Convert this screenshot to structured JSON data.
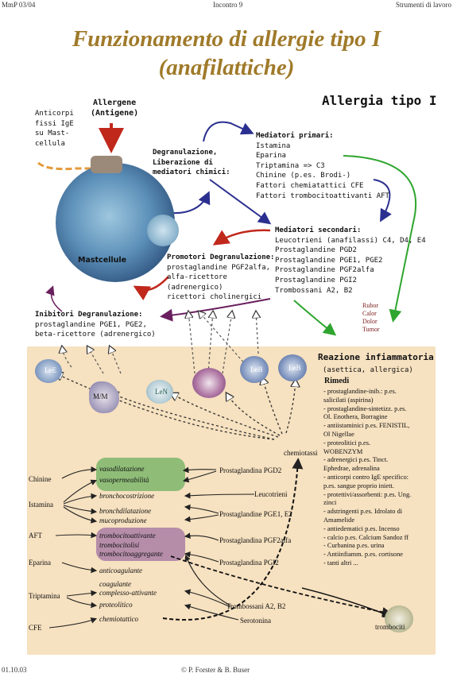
{
  "header": {
    "left": "MmP 03/04",
    "center": "Incontro 9",
    "right": "Strumenti di lavoro"
  },
  "title": {
    "line1": "Funzionamento di allergie tipo I",
    "line2": "(anafilattiche)"
  },
  "diagram_title": "Allergia tipo I",
  "anticorpi": [
    "Anticorpi",
    "fissi IgE",
    "su Mast-",
    "cellula"
  ],
  "allergene": [
    "Allergene",
    "(Antigene)"
  ],
  "mastcellule": "Mastcellule",
  "degranulazione": [
    "Degranulazione,",
    "Liberazione di",
    "mediatori chimici:"
  ],
  "mediatori_primari": {
    "heading": "Mediatori primari:",
    "items": [
      "Istamina",
      "Eparina",
      "Triptamina => C3",
      "Chinine (p.es. Brodi-)",
      "Fattori chemiatattici CFE",
      "Fattori trombocitoattivanti AFT"
    ]
  },
  "mediatori_secondari": {
    "heading": "Mediatori secondari:",
    "items": [
      "Leucotrieni (anafilassi) C4, D4, E4",
      "Prostaglandine PGD2",
      "Prostaglandine PGE1, PGE2",
      "Prostaglandine PGF2alfa",
      "Prostaglandine PGI2",
      "Trombossani A2, B2"
    ]
  },
  "promotori": {
    "heading": "Promotori Degranulazione:",
    "items": [
      "prostaglandine PGF2alfa,",
      "alfa-ricettore",
      "(adrenergico)",
      "ricettori cholinergici"
    ]
  },
  "inibitori": {
    "heading": "Inibitori Degranulazione:",
    "items": [
      "prostaglandine PGE1, PGE2,",
      "beta-ricettore (adrenergico)"
    ]
  },
  "signs": [
    "Rubor",
    "Calor",
    "Dolor",
    "Tumor"
  ],
  "cell_labels": {
    "leu_left": "LeE",
    "mm": "M/M",
    "len": "LeN",
    "baso": "LeB",
    "leb": "LeB"
  },
  "reazione": {
    "title": "Reazione infiammatoria",
    "subtitle": "(asettica, allergica)",
    "rimedi_heading": "Rimedi"
  },
  "rimedi": [
    "- prostaglandine-inib.: p.es.",
    "   salicilati (aspirina)",
    "- prostaglandine-sintetizz. p.es.",
    "   Ol. Enothera, Borragine",
    "- antiistaminici p.es. FENISTIL,",
    "   Ol Nigellae",
    "- proteolitici p.es.",
    "   WOBENZYM",
    "- adrenergici p.es. Tinct.",
    "   Ephedrae, adrenalina",
    "- anticorpi contro IgE specifico:",
    "   p.es. sangue proprio iniett.",
    "- protettivi/assorbenti: p.es. Ung.",
    "   zinci",
    "- adstringenti p.es. Idrolato di",
    "   Amamelide",
    "- antiedematici p.es. Incenso",
    "- calcio p.es. Calcium Sandoz ff",
    "- Curbanina p.es. urina",
    "- Antiinfiamm. p.es. cortisone",
    "- tanti altri ..."
  ],
  "chemiotassi": "chemiotassi",
  "mediators_left": [
    "Chinine",
    "Istamina",
    "AFT",
    "Eparina",
    "Triptamina",
    "CFE"
  ],
  "effects": [
    "vasodilatazione",
    "vasopermeabilità",
    "bronchocostrizione",
    "bronchdilatazione",
    "mucoproduzione",
    "trombocitoattivante",
    "trombocitolisi",
    "trombocitoaggregante",
    "anticoagulante",
    "coagulante",
    "complesso-attivante",
    "proteolitico",
    "chemiotattico"
  ],
  "mediators_right": [
    "Prostaglandina PGD2",
    "Leucotrieni",
    "Prostaglandine PGE1, E2",
    "Prostaglandina PGF2alfa",
    "Prostaglandina PGI2",
    "Trombossani A2, B2",
    "Serotonina"
  ],
  "trombociti": "trombociti",
  "footer": {
    "left": "01.10.03",
    "center": "© P. Forster & B. Buser"
  },
  "colors": {
    "title": "#a07a2a",
    "lower_panel": "#f6e1c0",
    "green_pill": "#8fbd78",
    "purple_pill": "#b58da9",
    "blue_arrow": "#2b2f8f",
    "red_arrow": "#c0281c",
    "green_arrow": "#2ea52e",
    "purple_arrow": "#6a1f5e"
  }
}
